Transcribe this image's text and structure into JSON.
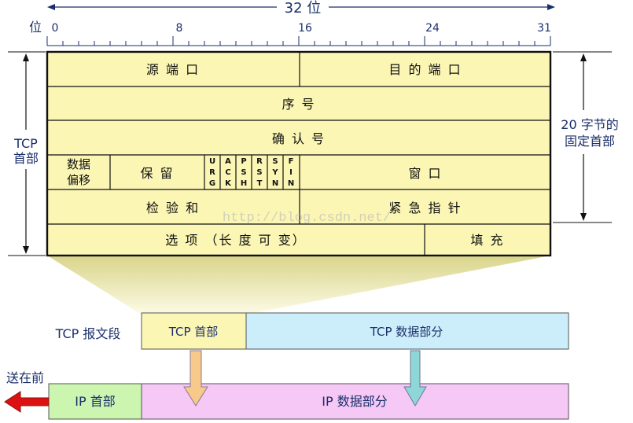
{
  "header": {
    "bits_title": "32 位",
    "bit_label": "位",
    "bit_ticks": [
      "0",
      "8",
      "16",
      "24",
      "31"
    ]
  },
  "side_labels": {
    "tcp_header_line1": "TCP",
    "tcp_header_line2": "首部",
    "fixed_header_line1": "20 字节的",
    "fixed_header_line2": "固定首部"
  },
  "fields": {
    "src_port": "源 端 口",
    "dst_port": "目 的 端 口",
    "seq": "序 号",
    "ack_num": "确 认 号",
    "offset_line1": "数据",
    "offset_line2": "偏移",
    "reserved": "保 留",
    "flags": [
      {
        "name": "URG",
        "letters": [
          "U",
          "R",
          "G"
        ]
      },
      {
        "name": "ACK",
        "letters": [
          "A",
          "C",
          "K"
        ]
      },
      {
        "name": "PSH",
        "letters": [
          "P",
          "S",
          "H"
        ]
      },
      {
        "name": "RST",
        "letters": [
          "R",
          "S",
          "T"
        ]
      },
      {
        "name": "SYN",
        "letters": [
          "S",
          "Y",
          "N"
        ]
      },
      {
        "name": "FIN",
        "letters": [
          "F",
          "I",
          "N"
        ]
      }
    ],
    "window": "窗 口",
    "checksum": "检 验 和",
    "urgent": "紧 急 指 针",
    "options": "选 项 （长 度 可 变）",
    "padding": "填 充"
  },
  "watermark": "http://blog.csdn.net/",
  "segment": {
    "label": "TCP 报文段",
    "tcp_header": "TCP 首部",
    "tcp_data": "TCP 数据部分"
  },
  "packet": {
    "send_label": "送在前",
    "ip_header": "IP 首部",
    "ip_data": "IP 数据部分"
  },
  "colors": {
    "field_fill": "#fbf6b4",
    "tcp_data_fill": "#cceefa",
    "ip_header_fill": "#ccf5b0",
    "ip_data_fill": "#f5c8f5",
    "send_arrow": "#dd1111"
  }
}
